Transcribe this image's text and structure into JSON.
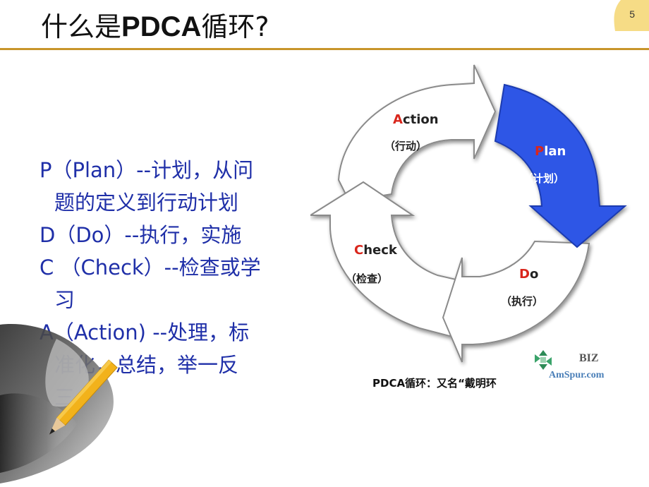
{
  "page": {
    "title_prefix": "什么是",
    "title_bold": "PDCA",
    "title_suffix": "循环?",
    "page_number": "5"
  },
  "bullets": [
    {
      "lines": [
        "P（Plan）--计划，从问",
        "题的定义到行动计划"
      ]
    },
    {
      "lines": [
        "D（Do）--执行，实施"
      ]
    },
    {
      "lines": [
        "C （Check）--检查或学",
        "习"
      ]
    },
    {
      "lines": [
        "A（Action) --处理，标",
        "准化，总结，举一反",
        "三。"
      ]
    }
  ],
  "diagram": {
    "action": {
      "initial": "A",
      "rest": "ction",
      "cn": "（行动）"
    },
    "plan": {
      "initial": "P",
      "rest": "lan",
      "cn": "（计划）"
    },
    "do": {
      "initial": "D",
      "rest": "o",
      "cn": "（执行）"
    },
    "check": {
      "initial": "C",
      "rest": "heck",
      "cn": "（检查）"
    },
    "caption": "PDCA循环：又名“戴明环",
    "logo_biz": "BIZ",
    "logo_site": "AmSpur.com"
  },
  "colors": {
    "accent_gold": "#c8952b",
    "bullet_text": "#1f2fa8",
    "plan_arrow": "#2f56e6",
    "initial_red": "#d9261c"
  }
}
